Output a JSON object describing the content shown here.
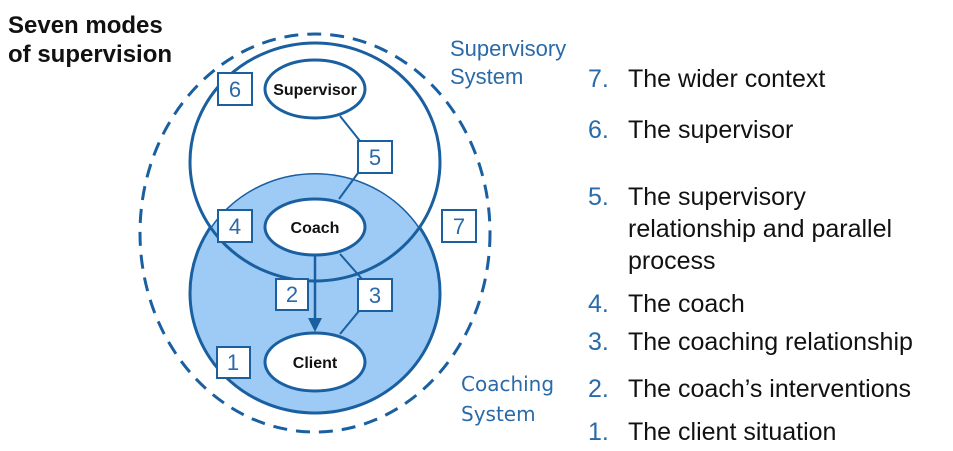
{
  "title": "Seven modes\nof supervision",
  "systems": {
    "supervisory": "Supervisory\nSystem",
    "coaching": "Coaching\nSystem"
  },
  "nodes": {
    "supervisor": "Supervisor",
    "coach": "Coach",
    "client": "Client"
  },
  "mode_boxes": [
    "1",
    "2",
    "3",
    "4",
    "5",
    "6",
    "7"
  ],
  "modes": [
    {
      "num": "7.",
      "text": "The wider context"
    },
    {
      "num": "6.",
      "text": "The supervisor"
    },
    {
      "num": "5.",
      "text": "The supervisory\nrelationship and parallel\nprocess"
    },
    {
      "num": "4.",
      "text": "The coach"
    },
    {
      "num": "3.",
      "text": "The coaching relationship"
    },
    {
      "num": "2.",
      "text": "The coach’s interventions"
    },
    {
      "num": "1.",
      "text": "The client situation"
    }
  ],
  "colors": {
    "stroke": "#1a5fa0",
    "fill": "#9dcbf6",
    "accent_text": "#2a6aa8"
  }
}
